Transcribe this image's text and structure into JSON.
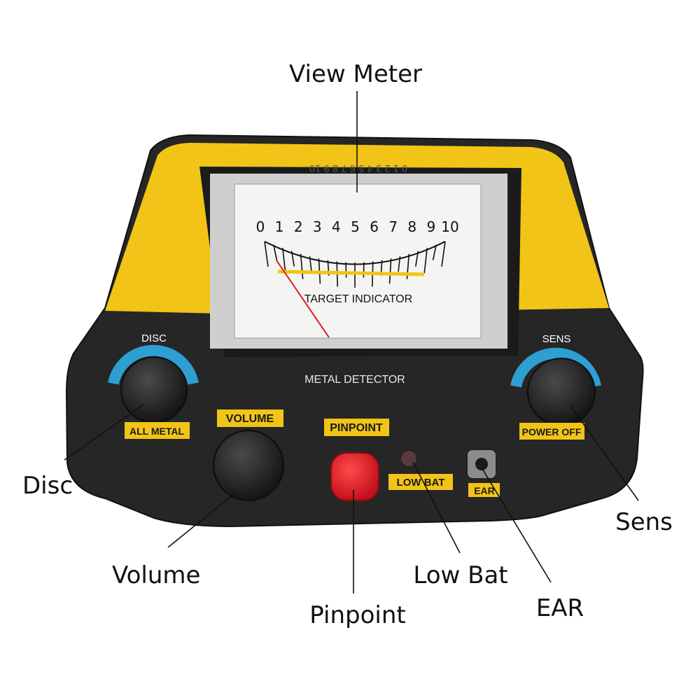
{
  "callouts": {
    "view_meter": "View Meter",
    "disc": "Disc",
    "volume": "Volume",
    "pinpoint": "Pinpoint",
    "low_bat": "Low Bat",
    "ear": "EAR",
    "sens": "Sens"
  },
  "panel": {
    "brand": "METAL DETECTOR",
    "disc_ring": "DISC",
    "all_metal": "ALL METAL",
    "volume": "VOLUME",
    "pinpoint": "PINPOINT",
    "low_bat": "LOW BAT",
    "ear": "EAR",
    "sens_ring": "SENS",
    "power_off": "POWER OFF"
  },
  "meter": {
    "scale": [
      "0",
      "1",
      "2",
      "3",
      "4",
      "5",
      "6",
      "7",
      "8",
      "9",
      "10"
    ],
    "caption": "TARGET INDICATOR",
    "reflection": "0 1 2 3 4 5 6 7 8 9 10"
  },
  "colors": {
    "housing_yellow": "#f1c417",
    "housing_dark": "#262626",
    "meter_face": "#f4f4f2",
    "needle": "#e02020",
    "pinpoint_button": "#e01b24",
    "knob_ring": "#2e9fd2"
  }
}
